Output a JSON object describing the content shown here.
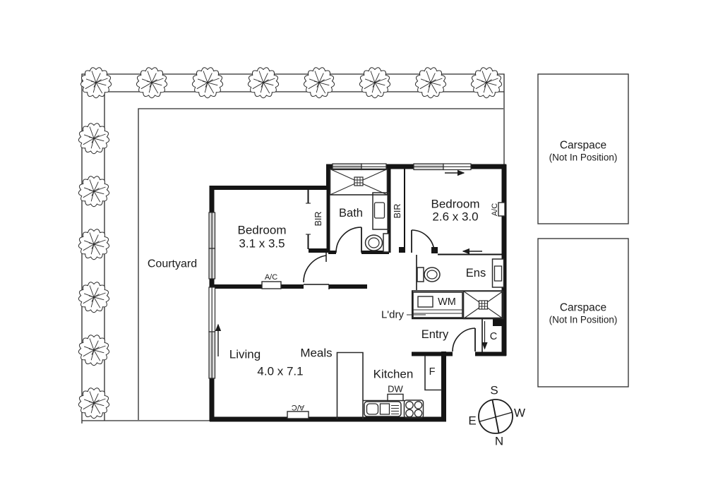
{
  "plan": {
    "rooms": {
      "bedroom1": {
        "name": "Bedroom",
        "dims": "3.1 x 3.5"
      },
      "bedroom2": {
        "name": "Bedroom",
        "dims": "2.6 x 3.0"
      },
      "living": {
        "name": "Living",
        "dims": "4.0 x 7.1"
      },
      "meals": {
        "name": "Meals"
      },
      "kitchen": {
        "name": "Kitchen"
      },
      "bath": {
        "name": "Bath"
      },
      "ens": {
        "name": "Ens"
      },
      "laundry": {
        "name": "L'dry"
      },
      "entry": {
        "name": "Entry"
      },
      "courtyard": {
        "name": "Courtyard"
      }
    },
    "fixtures": {
      "wm": "WM",
      "dw": "DW",
      "fridge": "F",
      "cupboard": "C",
      "bir": "BIR",
      "ac": "A/C"
    }
  },
  "carspaces": [
    {
      "title": "Carspace",
      "subtitle": "(Not In Position)"
    },
    {
      "title": "Carspace",
      "subtitle": "(Not In Position)"
    }
  ],
  "compass": {
    "top": "S",
    "right": "W",
    "bottom": "N",
    "left": "E"
  },
  "colors": {
    "line": "#1b1b1b",
    "window_fill": "#d8d8d8",
    "background": "#ffffff"
  }
}
